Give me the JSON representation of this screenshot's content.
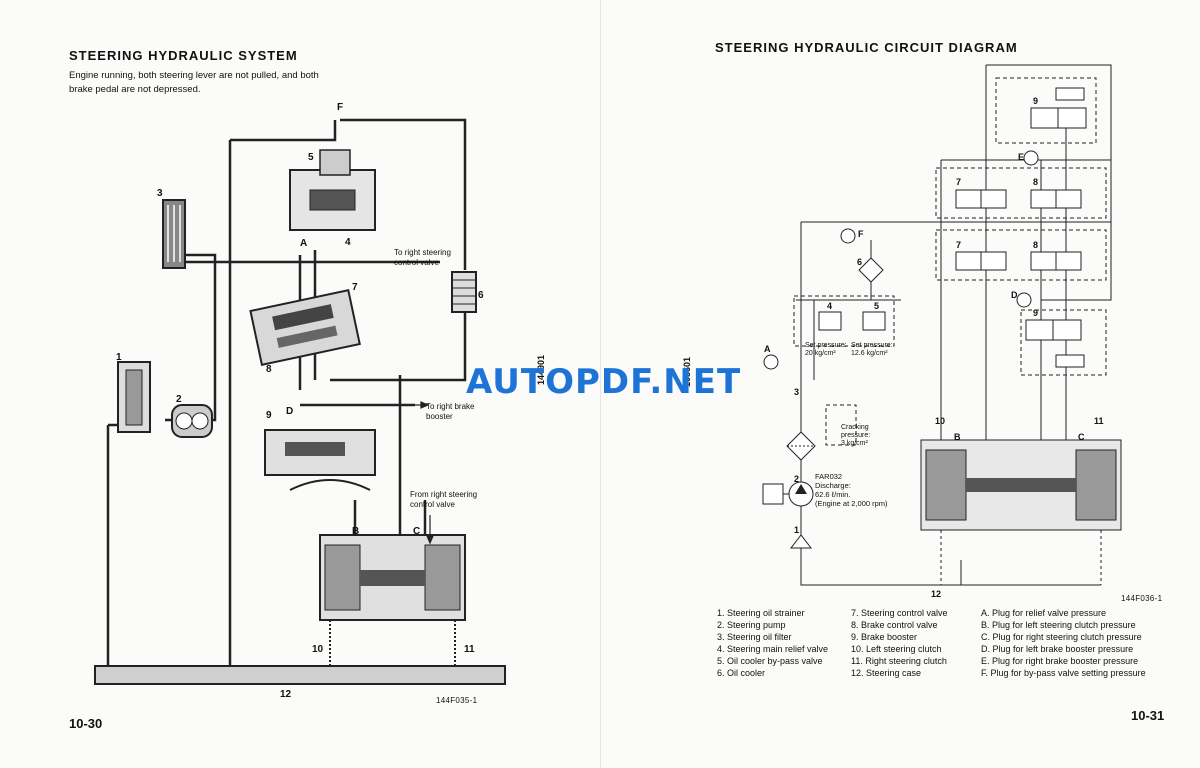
{
  "left": {
    "title": "STEERING HYDRAULIC SYSTEM",
    "subtitle": "Engine running, both steering lever are not pulled, and both brake pedal are not depressed.",
    "page_number": "10-30",
    "figure_ref": "144F035-1",
    "labels": {
      "to_right_steering": "To right steering\ncontrol valve",
      "to_right_brake": "To right brake\nbooster",
      "from_right_steering": "From right steering\ncontrol valve"
    }
  },
  "right": {
    "title": "STEERING HYDRAULIC CIRCUIT DIAGRAM",
    "page_number": "10-31",
    "figure_ref": "144F036-1",
    "set_pressure_4": "Set pressure:\n20 kg/cm²",
    "set_pressure_5": "Set pressure:\n12.6 kg/cm²",
    "cracking_pressure": "Cracking\npressure:\n3 kg/cm²",
    "pump_info": "FAR032\nDischarge:\n62.6 ℓ/min.\n(Engine at 2,000 rpm)",
    "legend_col1": [
      "1. Steering oil strainer",
      "2. Steering pump",
      "3. Steering oil filter",
      "4. Steering main relief valve",
      "5. Oil cooler by-pass valve",
      "6. Oil cooler"
    ],
    "legend_col2": [
      "7. Steering control valve",
      "8. Brake control valve",
      "9. Brake booster",
      "10. Left steering clutch",
      "11. Right steering clutch",
      "12. Steering case"
    ],
    "legend_col3": [
      "A.  Plug for relief valve pressure",
      "B.  Plug for left steering clutch pressure",
      "C.  Plug for right steering clutch pressure",
      "D.  Plug for left brake booster pressure",
      "E.  Plug for right brake booster pressure",
      "F.  Plug for by-pass valve setting pressure"
    ]
  },
  "margin_codes": [
    "144901",
    "108601"
  ],
  "watermark": "AUTOPDF.NET"
}
